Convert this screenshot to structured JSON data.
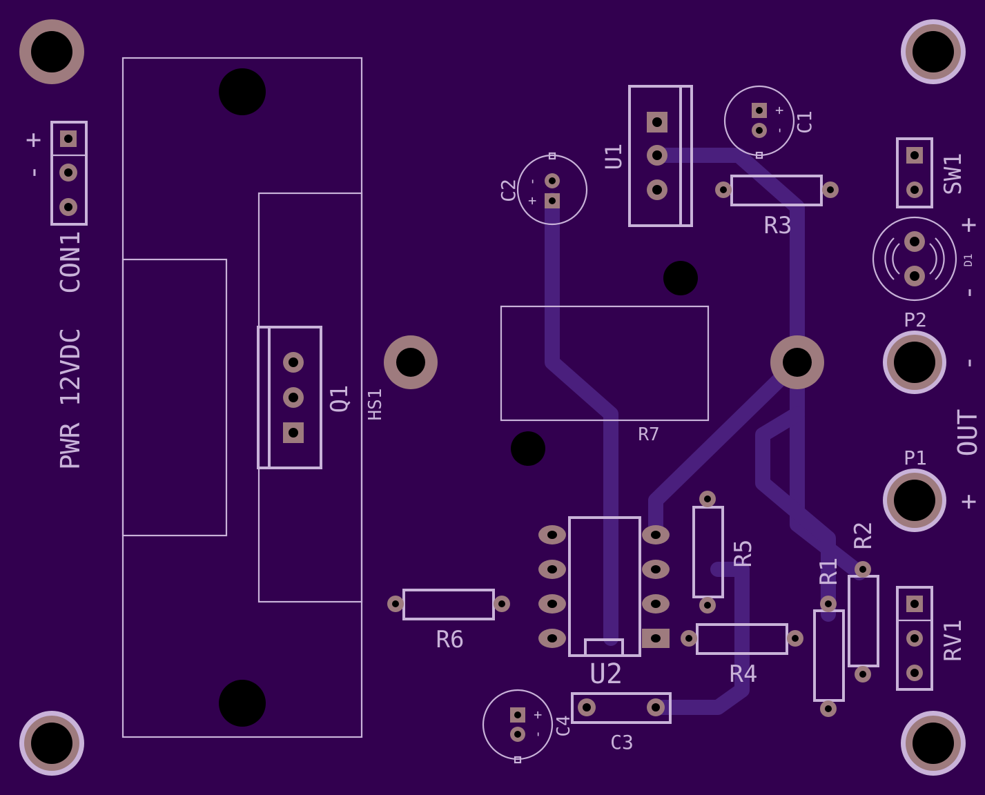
{
  "board": {
    "background": "#32004f",
    "trace_color": "#4a1f7d",
    "silkscreen_color": "#c9b3d9",
    "pad_color": "#9e7b7e"
  },
  "labels": {
    "pwr": "PWR 12VDC",
    "con1": "CON1",
    "con1_plus": "+",
    "con1_minus": "-",
    "hs1": "HS1",
    "q1": "Q1",
    "u1": "U1",
    "c1": "C1",
    "c1_plus": "+",
    "c1_minus": "-",
    "c2": "C2",
    "c2_plus": "+",
    "c2_minus": "-",
    "r3": "R3",
    "sw1": "SW1",
    "d1": "D1",
    "d1_plus": "+",
    "d1_minus": "-",
    "p2": "P2",
    "p2_sign": "-",
    "out": "OUT",
    "p1": "P1",
    "p1_sign": "+",
    "r7": "R7",
    "r5": "R5",
    "r1": "R1",
    "r2": "R2",
    "r6": "R6",
    "u2": "U2",
    "r4": "R4",
    "rv1": "RV1",
    "c4": "C4",
    "c4_plus": "+",
    "c4_minus": "-",
    "c3": "C3"
  }
}
